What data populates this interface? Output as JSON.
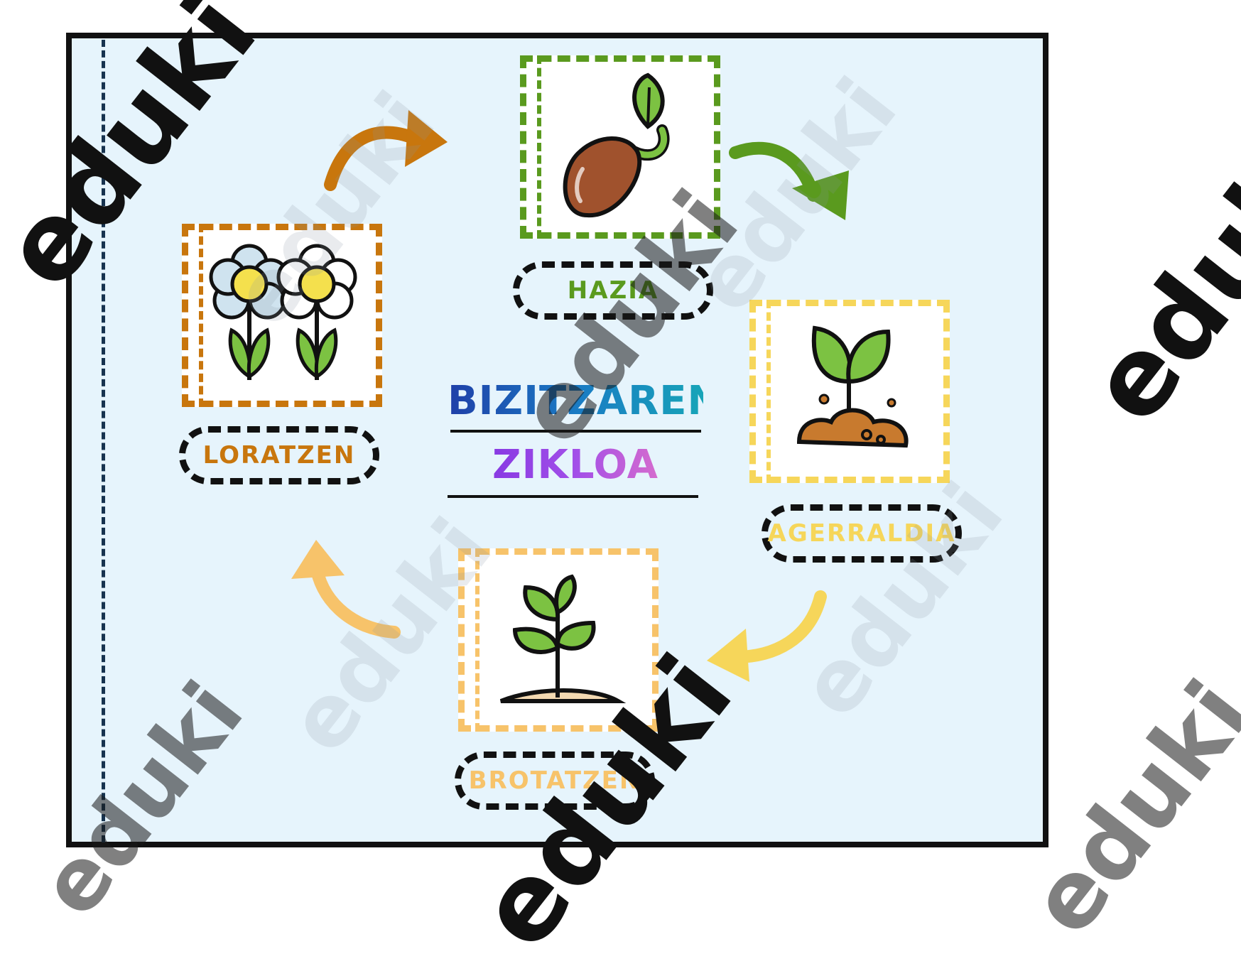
{
  "title": {
    "line1": "BIZITZAREN",
    "line2": "ZIKLOA"
  },
  "stages": [
    {
      "label": "HAZIA",
      "icon": "seed-icon",
      "color": "#5a9a1e"
    },
    {
      "label": "AGERRALDIA",
      "icon": "sprout-icon",
      "color": "#f6d65a"
    },
    {
      "label": "BROTATZEN",
      "icon": "seedling-icon",
      "color": "#f7c36a"
    },
    {
      "label": "LORATZEN",
      "icon": "flowers-icon",
      "color": "#c8760d"
    }
  ],
  "watermark": "eduki",
  "colors": {
    "background": "#e6f4fc",
    "frame": "#111111",
    "title_gradient_1": [
      "#1f3fa8",
      "#1a7bc4",
      "#17a4b8"
    ],
    "title_gradient_2": [
      "#7a2fe0",
      "#a24fe8",
      "#f07ac0"
    ]
  }
}
